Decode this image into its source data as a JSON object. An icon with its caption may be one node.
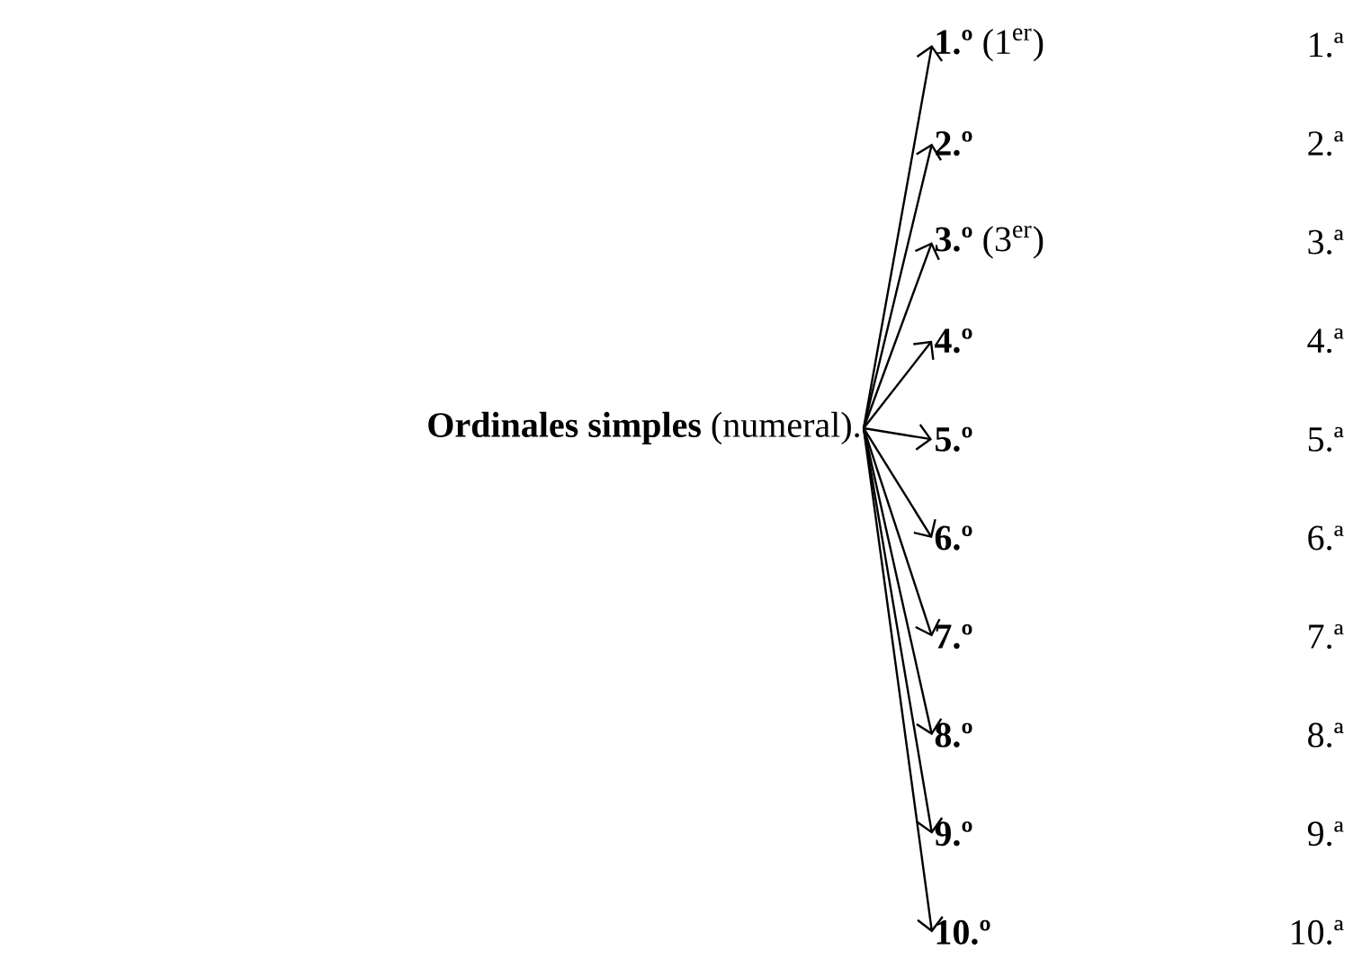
{
  "diagram": {
    "nodes": [
      {
        "text": [
          "**Ordinales simples** (numeral)."
        ]
      },
      {
        "text": [
          "**1.º** (1$^{er}$)"
        ]
      },
      {
        "text": [
          "**2.º**"
        ]
      },
      {
        "text": [
          "**3.º** (3$^{er}$)"
        ]
      },
      {
        "text": [
          "**4.º**"
        ]
      },
      {
        "text": [
          "**5.º**"
        ]
      },
      {
        "text": [
          "**6.º**"
        ]
      },
      {
        "text": [
          "**7.º**"
        ]
      },
      {
        "text": [
          "**8.º**"
        ]
      },
      {
        "text": [
          "**9.º**"
        ]
      },
      {
        "text": [
          "**10.º**"
        ]
      }
    ],
    "edges": [
      {
        "from": 0,
        "to": 1,
        "arrow": "to"
      },
      {
        "from": 0,
        "to": 2,
        "arrow": "to"
      },
      {
        "from": 0,
        "to": 3,
        "arrow": "to"
      },
      {
        "from": 0,
        "to": 4,
        "arrow": "to"
      },
      {
        "from": 0,
        "to": 5,
        "arrow": "to"
      },
      {
        "from": 0,
        "to": 6,
        "arrow": "to"
      },
      {
        "from": 0,
        "to": 7,
        "arrow": "to"
      },
      {
        "from": 0,
        "to": 8,
        "arrow": "to"
      },
      {
        "from": 0,
        "to": 9,
        "arrow": "to"
      },
      {
        "from": 0,
        "to": 10,
        "arrow": "to"
      }
    ],
    "labels": [
      "1.ª",
      "2.ª",
      "3.ª",
      "4.ª",
      "5.ª",
      "6.ª",
      "7.ª",
      "8.ª",
      "9.ª",
      "10.ª"
    ]
  }
}
